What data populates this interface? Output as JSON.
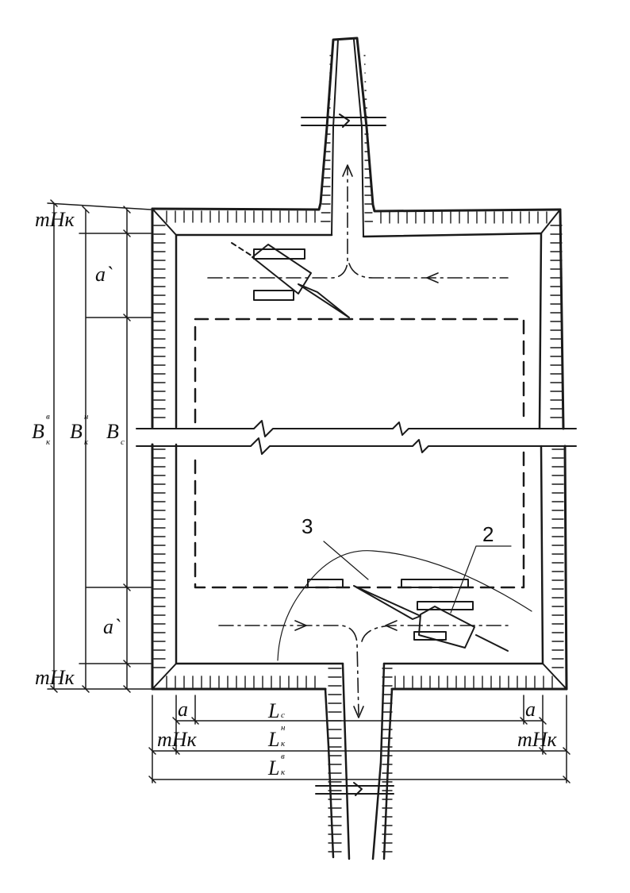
{
  "diagram": {
    "ink_color": "#1a1a1a",
    "paper_color": "#ffffff",
    "labels": {
      "mHk_top": "mHк",
      "mHk_bottom": "mHк",
      "a_prime_top": "a`",
      "a_prime_bottom": "a`",
      "B_outer": {
        "main": "B",
        "sub": "к",
        "sup": "в"
      },
      "B_inner": {
        "main": "B",
        "sub": "к",
        "sup": "н"
      },
      "B_c": {
        "main": "B",
        "sub": "с"
      },
      "a_left": "a",
      "a_right": "a",
      "L_c": {
        "main": "L",
        "sub": "с"
      },
      "mHk_left": "mHк",
      "mHk_right": "mHк",
      "L_inner": {
        "main": "L",
        "sub": "к",
        "sup": "н"
      },
      "L_outer": {
        "main": "L",
        "sub": "к",
        "sup": "в"
      },
      "callout_3": "3",
      "callout_2": "2"
    }
  }
}
